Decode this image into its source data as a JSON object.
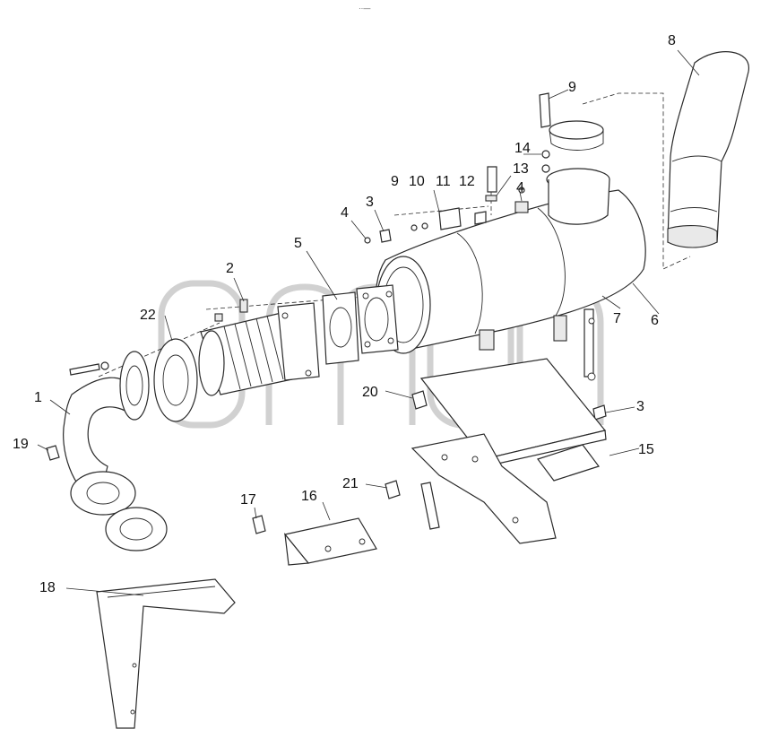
{
  "header_mark": "··—",
  "watermark": {
    "trademark": "TM"
  },
  "callouts": [
    "1",
    "2",
    "3",
    "4",
    "5",
    "6",
    "7",
    "8",
    "9",
    "10",
    "11",
    "12",
    "13",
    "14",
    "15",
    "16",
    "17",
    "18",
    "19",
    "20",
    "21",
    "22",
    "9",
    "4",
    "3"
  ]
}
